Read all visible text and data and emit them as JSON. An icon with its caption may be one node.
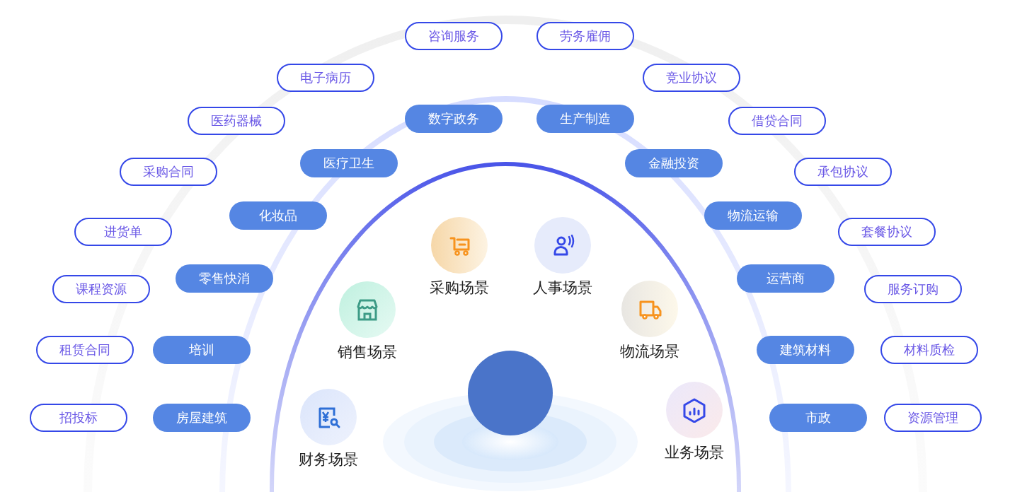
{
  "diagram": {
    "nodes": [
      {
        "text": [
          "咨询服务"
        ]
      },
      {
        "text": [
          "劳务雇佣"
        ]
      },
      {
        "text": [
          "电子病历"
        ]
      },
      {
        "text": [
          "竞业协议"
        ]
      },
      {
        "text": [
          "医药器械"
        ]
      },
      {
        "text": [
          "借贷合同"
        ]
      },
      {
        "text": [
          "采购合同"
        ]
      },
      {
        "text": [
          "承包协议"
        ]
      },
      {
        "text": [
          "进货单"
        ]
      },
      {
        "text": [
          "套餐协议"
        ]
      },
      {
        "text": [
          "课程资源"
        ]
      },
      {
        "text": [
          "服务订购"
        ]
      },
      {
        "text": [
          "租赁合同"
        ]
      },
      {
        "text": [
          "材料质检"
        ]
      },
      {
        "text": [
          "招投标"
        ]
      },
      {
        "text": [
          "资源管理"
        ]
      },
      {
        "text": [
          "数字政务"
        ]
      },
      {
        "text": [
          "生产制造"
        ]
      },
      {
        "text": [
          "医疗卫生"
        ]
      },
      {
        "text": [
          "金融投资"
        ]
      },
      {
        "text": [
          "化妆品"
        ]
      },
      {
        "text": [
          "物流运输"
        ]
      },
      {
        "text": [
          "零售快消"
        ]
      },
      {
        "text": [
          "运营商"
        ]
      },
      {
        "text": [
          "培训"
        ]
      },
      {
        "text": [
          "建筑材料"
        ]
      },
      {
        "text": [
          "房屋建筑"
        ]
      },
      {
        "text": [
          "市政"
        ]
      },
      {
        "text": [
          "采购场景"
        ]
      },
      {
        "text": [
          "人事场景"
        ]
      },
      {
        "text": [
          "销售场景"
        ]
      },
      {
        "text": [
          "物流场景"
        ]
      },
      {
        "text": [
          "财务场景"
        ]
      },
      {
        "text": [
          "业务场景"
        ]
      },
      {
        "text": [],
        "shape": "circle"
      }
    ]
  }
}
